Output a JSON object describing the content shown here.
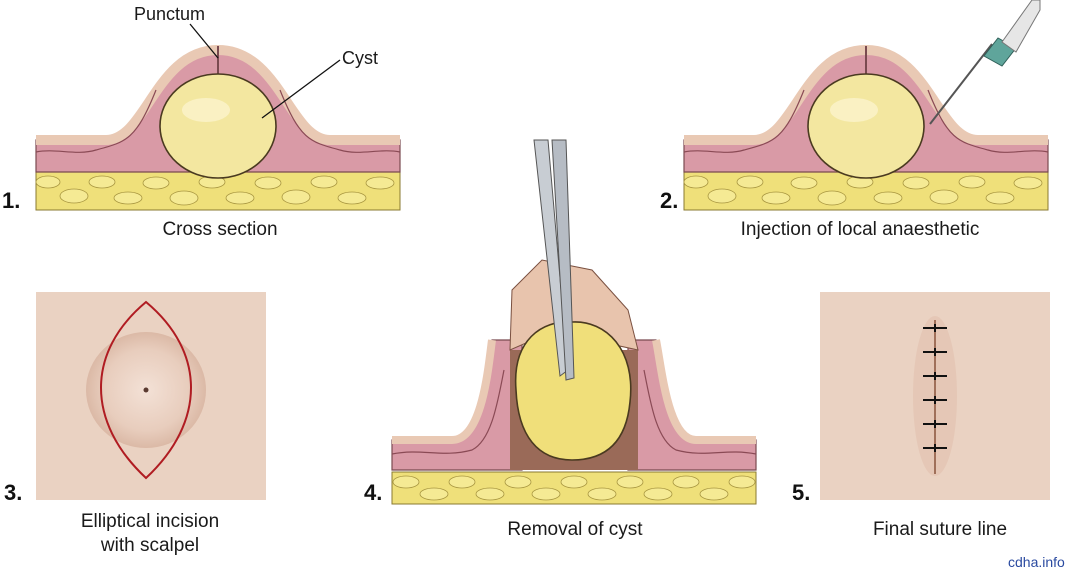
{
  "steps": [
    {
      "number": "1.",
      "caption": "Cross section"
    },
    {
      "number": "2.",
      "caption": "Injection of local anaesthetic"
    },
    {
      "number": "3.",
      "caption_line1": "Elliptical incision",
      "caption_line2": "with scalpel"
    },
    {
      "number": "4.",
      "caption": "Removal of cyst"
    },
    {
      "number": "5.",
      "caption": "Final suture line"
    }
  ],
  "labels": {
    "punctum": "Punctum",
    "cyst": "Cyst"
  },
  "credit": "cdha.info",
  "colors": {
    "skin_outer": "#e9c9b4",
    "dermis": "#d99aa6",
    "dermis_light": "#e8b6bf",
    "fat": "#efe07a",
    "cyst": "#f3e7a0",
    "cyst_outline": "#4a3a20",
    "incision": "#b01c22",
    "skin_patch": "#ead2c2",
    "instrument": "#c8cdd3"
  }
}
